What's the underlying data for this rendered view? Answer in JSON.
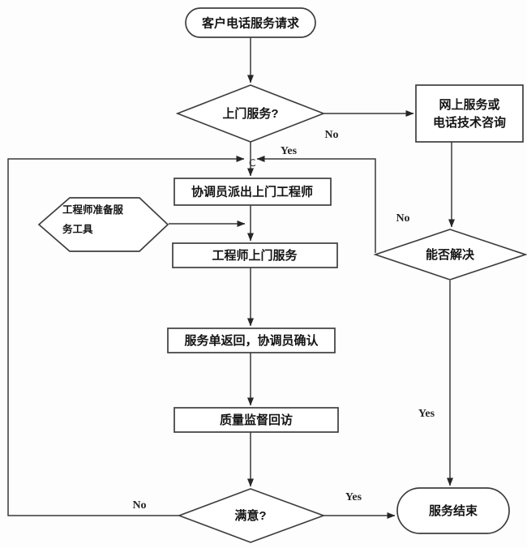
{
  "flowchart": {
    "colors": {
      "background": "#fdfdfd",
      "shape_fill": "#ffffff",
      "stroke": "#3e3e3e",
      "text": "#141414"
    },
    "nodes": {
      "start": {
        "type": "terminator",
        "label": "客户电话服务请求"
      },
      "onsite_decision": {
        "type": "decision",
        "label": "上门服务?"
      },
      "online_service": {
        "type": "process",
        "lines": [
          "网上服务或",
          "电话技术咨询"
        ]
      },
      "resolved_decision": {
        "type": "decision",
        "label": "能否解决"
      },
      "dispatch": {
        "type": "process",
        "label": "协调员派出上门工程师"
      },
      "prepare_tools": {
        "type": "preparation",
        "lines": [
          "工程师准备服",
          "务工具"
        ]
      },
      "onsite_service": {
        "type": "process",
        "label": "工程师上门服务"
      },
      "order_return": {
        "type": "process",
        "label": "服务单返回，协调员确认"
      },
      "quality_visit": {
        "type": "process",
        "label": "质量监督回访"
      },
      "satisfied_decision": {
        "type": "decision",
        "label": "满意?"
      },
      "end": {
        "type": "terminator",
        "label": "服务结束"
      }
    },
    "edge_labels": {
      "onsite_yes": "Yes",
      "onsite_no": "No",
      "resolved_no": "No",
      "resolved_yes": "Yes",
      "satisfied_yes": "Yes",
      "satisfied_no": "No"
    }
  }
}
